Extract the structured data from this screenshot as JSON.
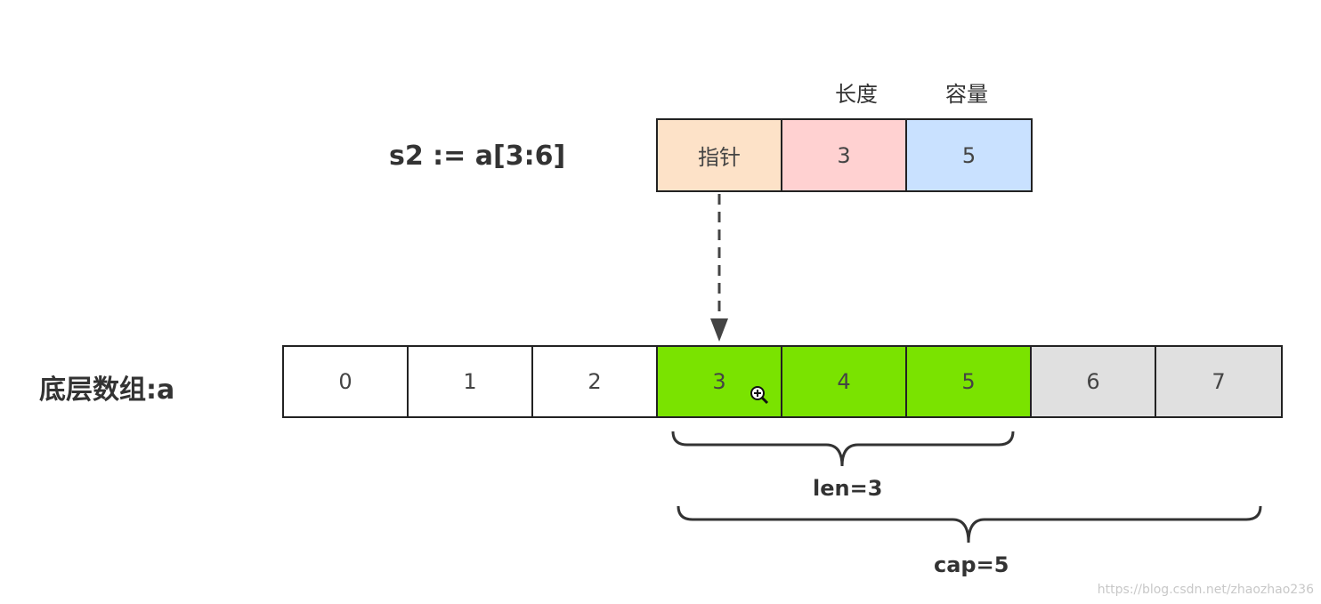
{
  "slice": {
    "expression": "s2 := a[3:6]",
    "header_length": "长度",
    "header_capacity": "容量",
    "fields": [
      {
        "label": "指针",
        "color": "#fde2c8"
      },
      {
        "label": "3",
        "color": "#ffd1d1"
      },
      {
        "label": "5",
        "color": "#c9e1ff"
      }
    ]
  },
  "array": {
    "title": "底层数组:a",
    "cells": [
      {
        "label": "0",
        "color": "#ffffff"
      },
      {
        "label": "1",
        "color": "#ffffff"
      },
      {
        "label": "2",
        "color": "#ffffff"
      },
      {
        "label": "3",
        "color": "#7ae300"
      },
      {
        "label": "4",
        "color": "#7ae300"
      },
      {
        "label": "5",
        "color": "#7ae300"
      },
      {
        "label": "6",
        "color": "#e0e0e0"
      },
      {
        "label": "7",
        "color": "#e0e0e0"
      }
    ]
  },
  "braces": {
    "len_label": "len=3",
    "cap_label": "cap=5"
  },
  "watermark": "https://blog.csdn.net/zhaozhao236"
}
